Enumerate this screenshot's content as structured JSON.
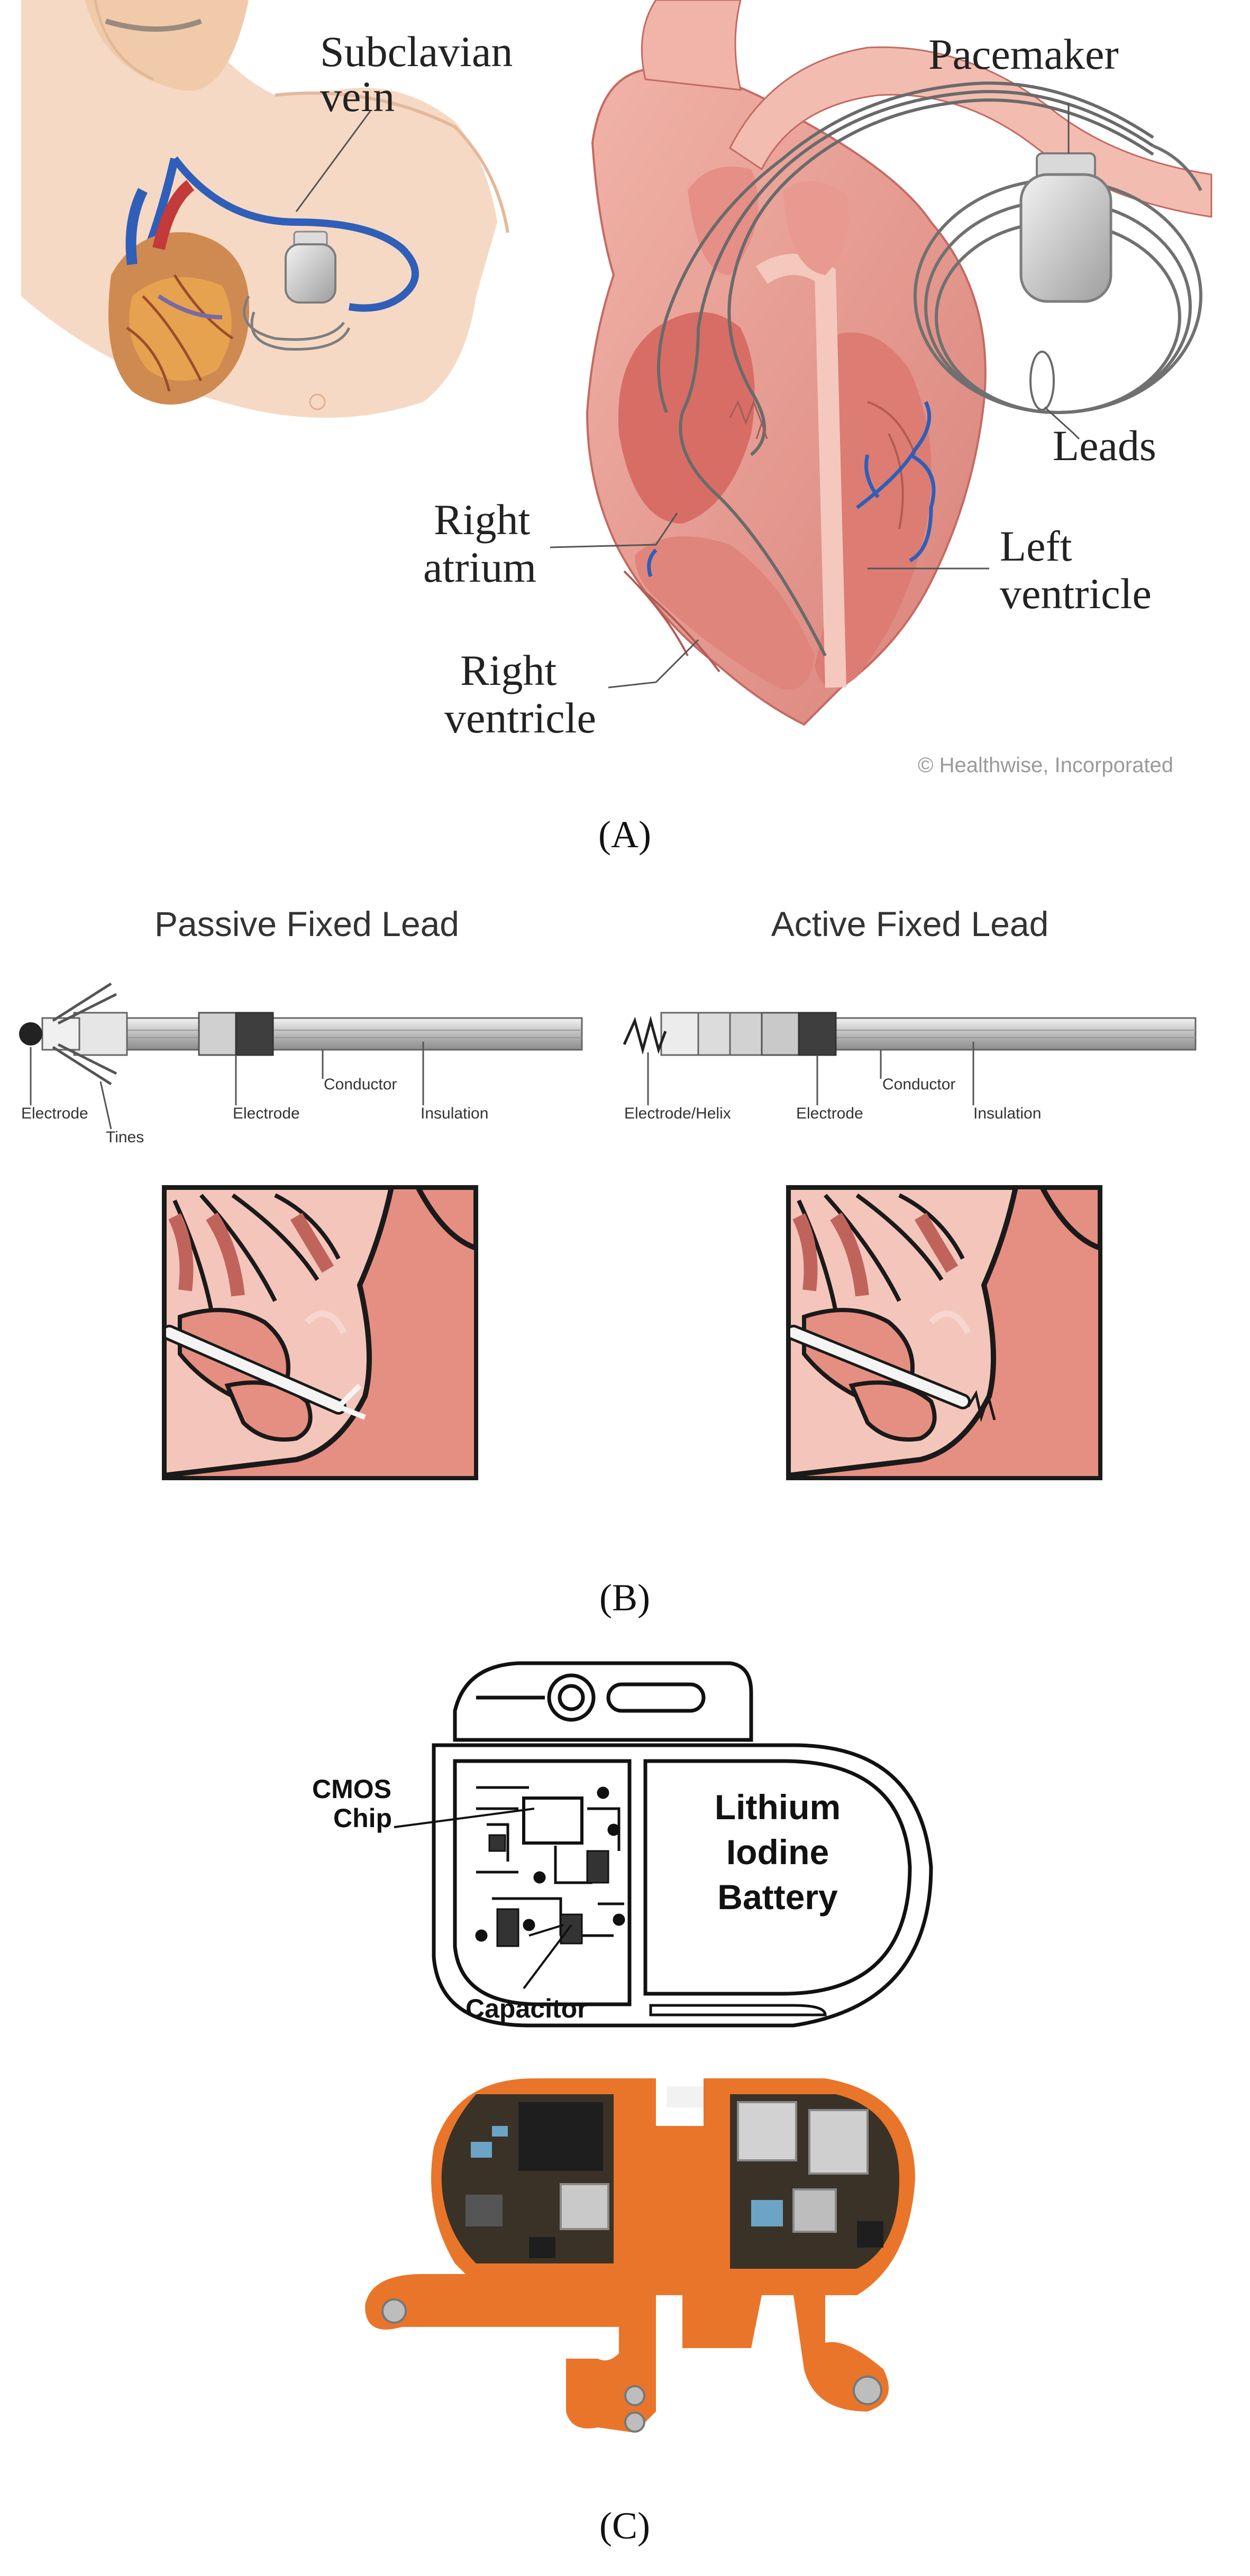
{
  "panelA": {
    "labels": {
      "subclavian": "Subclavian",
      "vein": "vein",
      "pacemaker": "Pacemaker",
      "leads": "Leads",
      "right_atrium_1": "Right",
      "right_atrium_2": "atrium",
      "left_ventricle_1": "Left",
      "left_ventricle_2": "ventricle",
      "right_ventricle_1": "Right",
      "right_ventricle_2": "ventricle"
    },
    "credit": "© Healthwise, Incorporated",
    "caption": "(A)"
  },
  "panelB": {
    "passive": {
      "title": "Passive Fixed Lead",
      "electrode_tip": "Electrode",
      "tines": "Tines",
      "electrode_ring": "Electrode",
      "conductor": "Conductor",
      "insulation": "Insulation"
    },
    "active": {
      "title": "Active Fixed Lead",
      "electrode_helix": "Electrode/Helix",
      "electrode_ring": "Electrode",
      "conductor": "Conductor",
      "insulation": "Insulation"
    },
    "caption": "(B)"
  },
  "panelC": {
    "cmos_1": "CMOS",
    "cmos_2": "Chip",
    "battery_1": "Lithium",
    "battery_2": "Iodine",
    "battery_3": "Battery",
    "capacitor": "Capacitor",
    "caption": "(C)"
  },
  "colors": {
    "skin": "#f6d9c4",
    "heart": "#e9968e",
    "heart_dark": "#c46a63",
    "vein": "#2f5fb8",
    "device": "#c9c9c9",
    "board_orange": "#e9752a",
    "board_dark": "#3a3227"
  }
}
